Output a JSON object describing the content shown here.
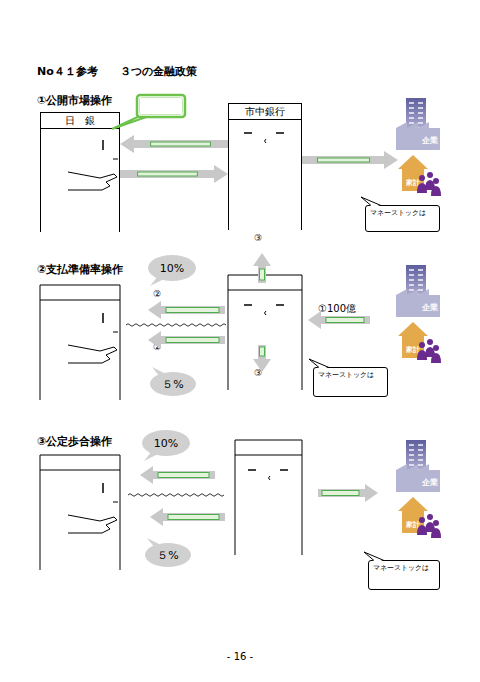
{
  "diagram": {
    "title": "No４１参考　　３つの金融政策",
    "nodes": [
      {
        "text": [
          "日　銀"
        ]
      },
      {
        "text": [
          "市中銀行"
        ]
      },
      {
        "text": [
          "企業"
        ]
      },
      {
        "text": [
          "家計"
        ]
      },
      {
        "text": [
          "マネーストックは"
        ]
      },
      {
        "text": [
          "10%"
        ]
      },
      {
        "text": [
          "企業"
        ]
      },
      {
        "text": [
          "家計"
        ]
      },
      {
        "text": [
          "５%"
        ]
      },
      {
        "text": [
          "マネーストックは"
        ]
      },
      {
        "text": [
          "10%"
        ]
      },
      {
        "text": [
          "企業"
        ]
      },
      {
        "text": [
          "家計"
        ]
      },
      {
        "text": [
          "５%"
        ]
      },
      {
        "text": [
          "マネーストックは"
        ]
      }
    ],
    "edges": [
      {
        "from": 1,
        "to": 0,
        "arrow": "to"
      },
      {
        "from": 0,
        "to": 1,
        "arrow": "to"
      },
      {
        "from": 1,
        "to": 3,
        "arrow": "to"
      }
    ],
    "labels": [
      "①公開市場操作",
      "③",
      "②支払準備率操作",
      "②",
      "①100億",
      "②",
      "③",
      "③公定歩合操作",
      "- 16 -"
    ]
  }
}
